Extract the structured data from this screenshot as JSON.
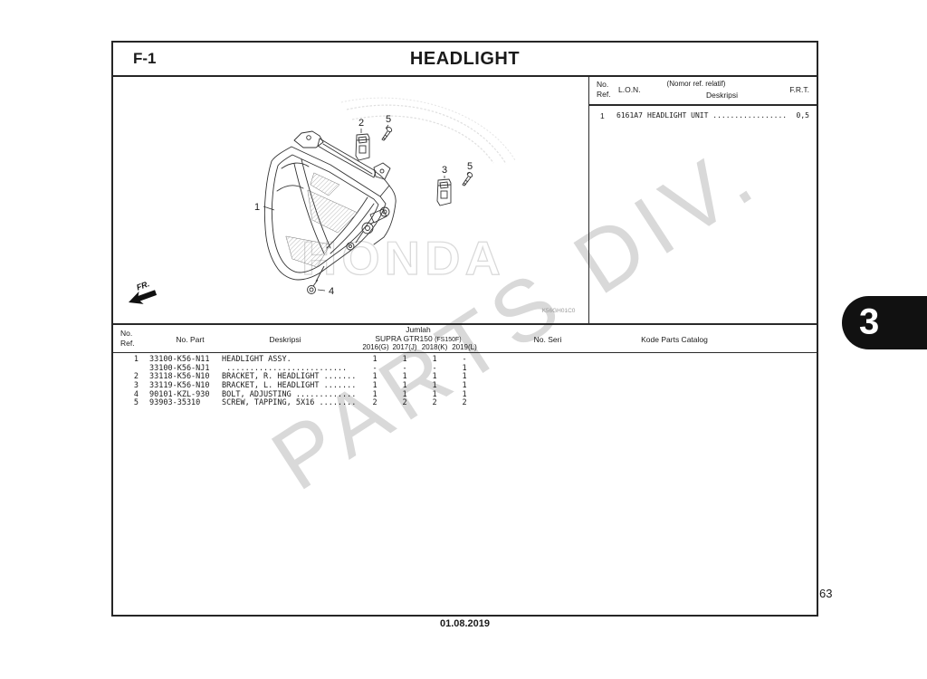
{
  "header": {
    "section_code": "F-1",
    "title": "HEADLIGHT"
  },
  "ref_table": {
    "col_no": "No.",
    "col_ref": "Ref.",
    "col_lon": "L.O.N.",
    "col_rel": "(Nomor ref. relatif)",
    "col_desk": "Deskripsi",
    "col_frt": "F.R.T.",
    "row": {
      "no": "1",
      "lon": "6161A7",
      "desc": "HEADLIGHT UNIT .................",
      "frt": "0,5"
    }
  },
  "diagram": {
    "code": "K56GH01C0",
    "fr_label": "FR.",
    "honda": "HONDA",
    "callout_1": "1",
    "callout_2": "2",
    "callout_3": "3",
    "callout_4": "4",
    "callout_5a": "5",
    "callout_5b": "5"
  },
  "parts_table": {
    "col_no": "No.",
    "col_ref": "Ref.",
    "col_part": "No. Part",
    "col_desk": "Deskripsi",
    "col_jumlah": "Jumlah",
    "col_model": "SUPRA GTR150",
    "col_model_code": "(FS150F)",
    "col_years": [
      "2016(G)",
      "2017(J)",
      "2018(K)",
      "2019(L)"
    ],
    "col_seri": "No. Seri",
    "col_kode": "Kode Parts Catalog",
    "rows": [
      {
        "ref": "1",
        "part": "33100-K56-N11",
        "desc": "HEADLIGHT ASSY.",
        "qty": [
          "1",
          "1",
          "1",
          "-"
        ]
      },
      {
        "ref": "",
        "part": "33100-K56-NJ1",
        "desc": " ..........................",
        "qty": [
          "-",
          "-",
          "-",
          "1"
        ]
      },
      {
        "ref": "2",
        "part": "33118-K56-N10",
        "desc": "BRACKET, R. HEADLIGHT .......",
        "qty": [
          "1",
          "1",
          "1",
          "1"
        ]
      },
      {
        "ref": "3",
        "part": "33119-K56-N10",
        "desc": "BRACKET, L. HEADLIGHT .......",
        "qty": [
          "1",
          "1",
          "1",
          "1"
        ]
      },
      {
        "ref": "4",
        "part": "90101-KZL-930",
        "desc": "BOLT, ADJUSTING .............",
        "qty": [
          "1",
          "1",
          "1",
          "1"
        ]
      },
      {
        "ref": "5",
        "part": "93903-35310",
        "desc": "SCREW, TAPPING, 5X16 ........",
        "qty": [
          "2",
          "2",
          "2",
          "2"
        ]
      }
    ]
  },
  "watermark": {
    "text": "PARTS DIV."
  },
  "footer": {
    "date": "01.08.2019",
    "page_number": "63",
    "chapter_tab": "3"
  }
}
